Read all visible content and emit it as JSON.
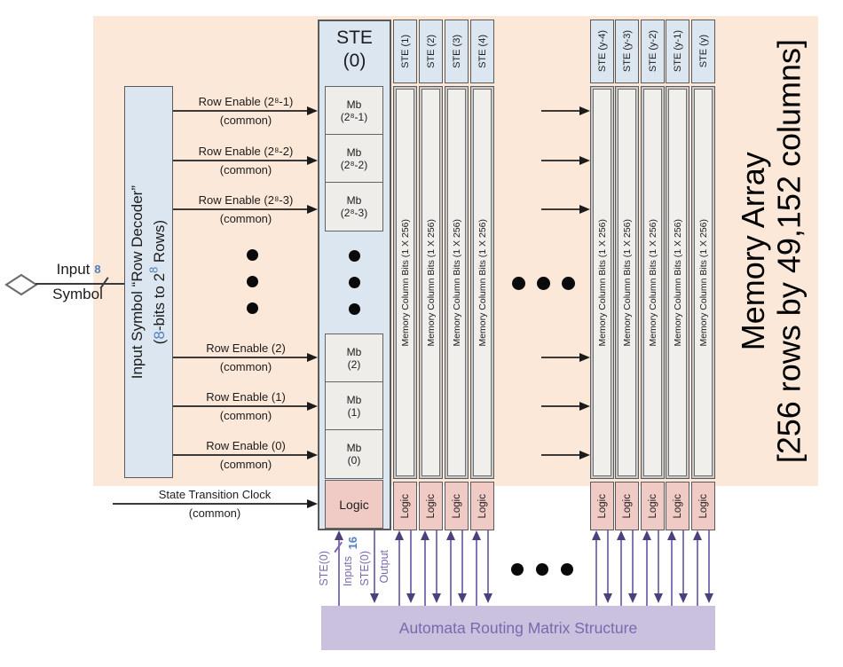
{
  "input": {
    "line1": "Input",
    "line2": "Symbol",
    "bus": "8"
  },
  "decoder": {
    "line1": "Input Symbol “Row Decoder”",
    "line2_parts": [
      "(",
      "8",
      "-bits to 2",
      "8",
      " Rows)"
    ]
  },
  "row_enables": [
    {
      "label": "Row Enable (2⁸-1)",
      "common": "(common)"
    },
    {
      "label": "Row Enable (2⁸-2)",
      "common": "(common)"
    },
    {
      "label": "Row Enable (2⁸-3)",
      "common": "(common)"
    },
    {
      "label": "Row Enable (2)",
      "common": "(common)"
    },
    {
      "label": "Row Enable (1)",
      "common": "(common)"
    },
    {
      "label": "Row Enable (0)",
      "common": "(common)"
    }
  ],
  "clock": {
    "label": "State Transition Clock",
    "common": "(common)"
  },
  "ste0": {
    "header_line1": "STE",
    "header_line2": "(0)",
    "mb_cells": [
      {
        "top": "Mb",
        "bottom": "(2⁸-1)"
      },
      {
        "top": "Mb",
        "bottom": "(2⁸-2)"
      },
      {
        "top": "Mb",
        "bottom": "(2⁸-3)"
      },
      {
        "top": "Mb",
        "bottom": "(2)"
      },
      {
        "top": "Mb",
        "bottom": "(1)"
      },
      {
        "top": "Mb",
        "bottom": "(0)"
      }
    ],
    "logic": "Logic"
  },
  "columns_left": [
    {
      "header": "STE (1)",
      "body": "Memory Column Bits (1 X 256)",
      "logic": "Logic"
    },
    {
      "header": "STE (2)",
      "body": "Memory Column Bits (1 X 256)",
      "logic": "Logic"
    },
    {
      "header": "STE (3)",
      "body": "Memory Column Bits (1 X 256)",
      "logic": "Logic"
    },
    {
      "header": "STE (4)",
      "body": "Memory Column Bits (1 X 256)",
      "logic": "Logic"
    }
  ],
  "columns_right": [
    {
      "header": "STE (y-4)",
      "body": "Memory Column Bits (1 X 256)",
      "logic": "Logic"
    },
    {
      "header": "STE (y-3)",
      "body": "Memory Column Bits (1 X 256)",
      "logic": "Logic"
    },
    {
      "header": "STE (y-2)",
      "body": "Memory Column Bits (1 X 256)",
      "logic": "Logic"
    },
    {
      "header": "STE (y-1)",
      "body": "Memory Column Bits (1 X 256)",
      "logic": "Logic"
    },
    {
      "header": "STE (y)",
      "body": "Memory Column Bits (1 X 256)",
      "logic": "Logic"
    }
  ],
  "memory_array": {
    "line1": "Memory Array",
    "line2": "[256 rows by 49,152 columns]"
  },
  "ste0_io": {
    "in1": "STE(0)",
    "in2": "Inputs",
    "bus": "16",
    "out1": "STE(0)",
    "out2": "Output"
  },
  "routing": {
    "label": "Automata Routing Matrix Structure"
  },
  "colors": {
    "peach": "#fce8d9",
    "blue_box": "#dce6f1",
    "logic_pink": "#f0cac5",
    "routing_purple": "#c9c1de",
    "accent_blue": "#4f81bd",
    "arrow_purple": "#8476b5"
  }
}
